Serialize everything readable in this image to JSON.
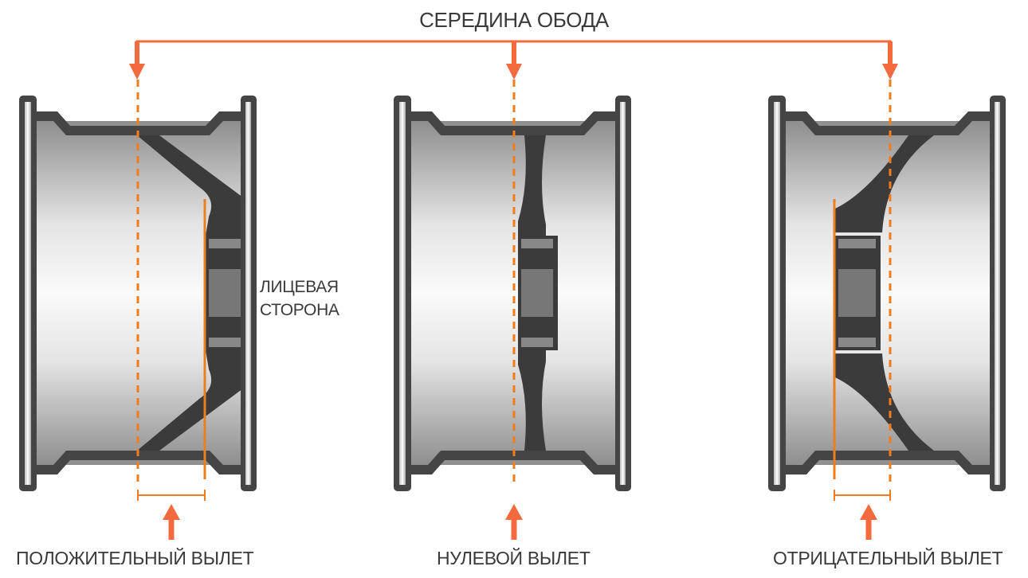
{
  "title": "СЕРЕДИНА ОБОДА",
  "face_label": [
    "ЛИЦЕВАЯ",
    "СТОРОНА"
  ],
  "wheels": [
    {
      "type": "positive",
      "label": "ПОЛОЖИТЕЛЬНЫЙ ВЫЛЕТ"
    },
    {
      "type": "zero",
      "label": "НУЛЕВОЙ ВЫЛЕТ"
    },
    {
      "type": "negative",
      "label": "ОТРИЦАТЕЛЬНЫЙ ВЫЛЕТ"
    }
  ],
  "colors": {
    "accent": "#f26a3d",
    "line": "#ee7d1e",
    "metal": "#454545",
    "text": "#3a3a3a"
  }
}
